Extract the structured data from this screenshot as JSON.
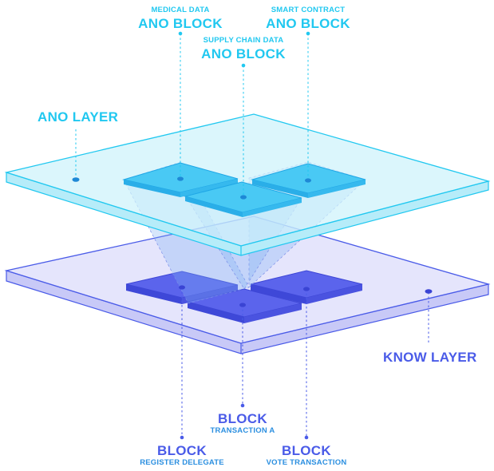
{
  "colors": {
    "cyan_accent": "#21c8f0",
    "cyan_face": "#cdf3fb",
    "cyan_block": "#43c8f3",
    "blue_accent": "#4a5be8",
    "blue_face": "#dcdcfb",
    "blue_block": "#5a62ec"
  },
  "top_blocks": {
    "medical": {
      "caption": "MEDICAL DATA",
      "title": "ANO BLOCK"
    },
    "smart": {
      "caption": "SMART CONTRACT",
      "title": "ANO BLOCK"
    },
    "supply": {
      "caption": "SUPPLY CHAIN DATA",
      "title": "ANO BLOCK"
    }
  },
  "layers": {
    "ano": "ANO LAYER",
    "know": "KNOW LAYER"
  },
  "bottom_blocks": {
    "transaction": {
      "title": "BLOCK",
      "caption": "TRANSACTION A"
    },
    "register": {
      "title": "BLOCK",
      "caption": "REGISTER DELEGATE"
    },
    "vote": {
      "title": "BLOCK",
      "caption": "VOTE TRANSACTION"
    }
  }
}
